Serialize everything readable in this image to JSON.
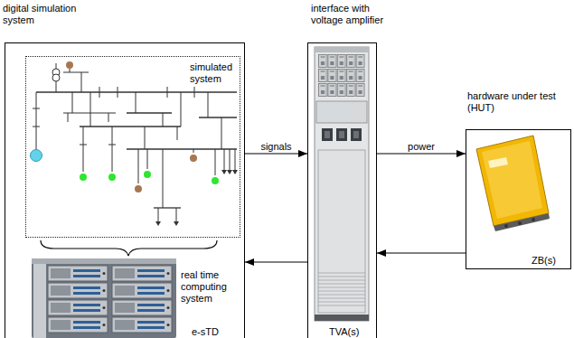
{
  "diagram": {
    "nodes": [
      {
        "text": [
          "digital simulation system",
          "real time computing system",
          "e-sTD"
        ]
      },
      {
        "text": [
          "simulated system"
        ],
        "in": 0
      },
      {
        "text": [
          "interface with voltage amplifier",
          "TVA(s)"
        ]
      },
      {
        "text": [
          "hardware under test (HUT)",
          "ZB(s)"
        ]
      }
    ],
    "edges": [
      {
        "from": 0,
        "to": 2,
        "arrow": "to",
        "label": "signals"
      },
      {
        "from": 2,
        "to": 0,
        "arrow": "to"
      },
      {
        "from": 2,
        "to": 3,
        "arrow": "to",
        "label": "power"
      },
      {
        "from": 3,
        "to": 2,
        "arrow": "to"
      }
    ]
  }
}
